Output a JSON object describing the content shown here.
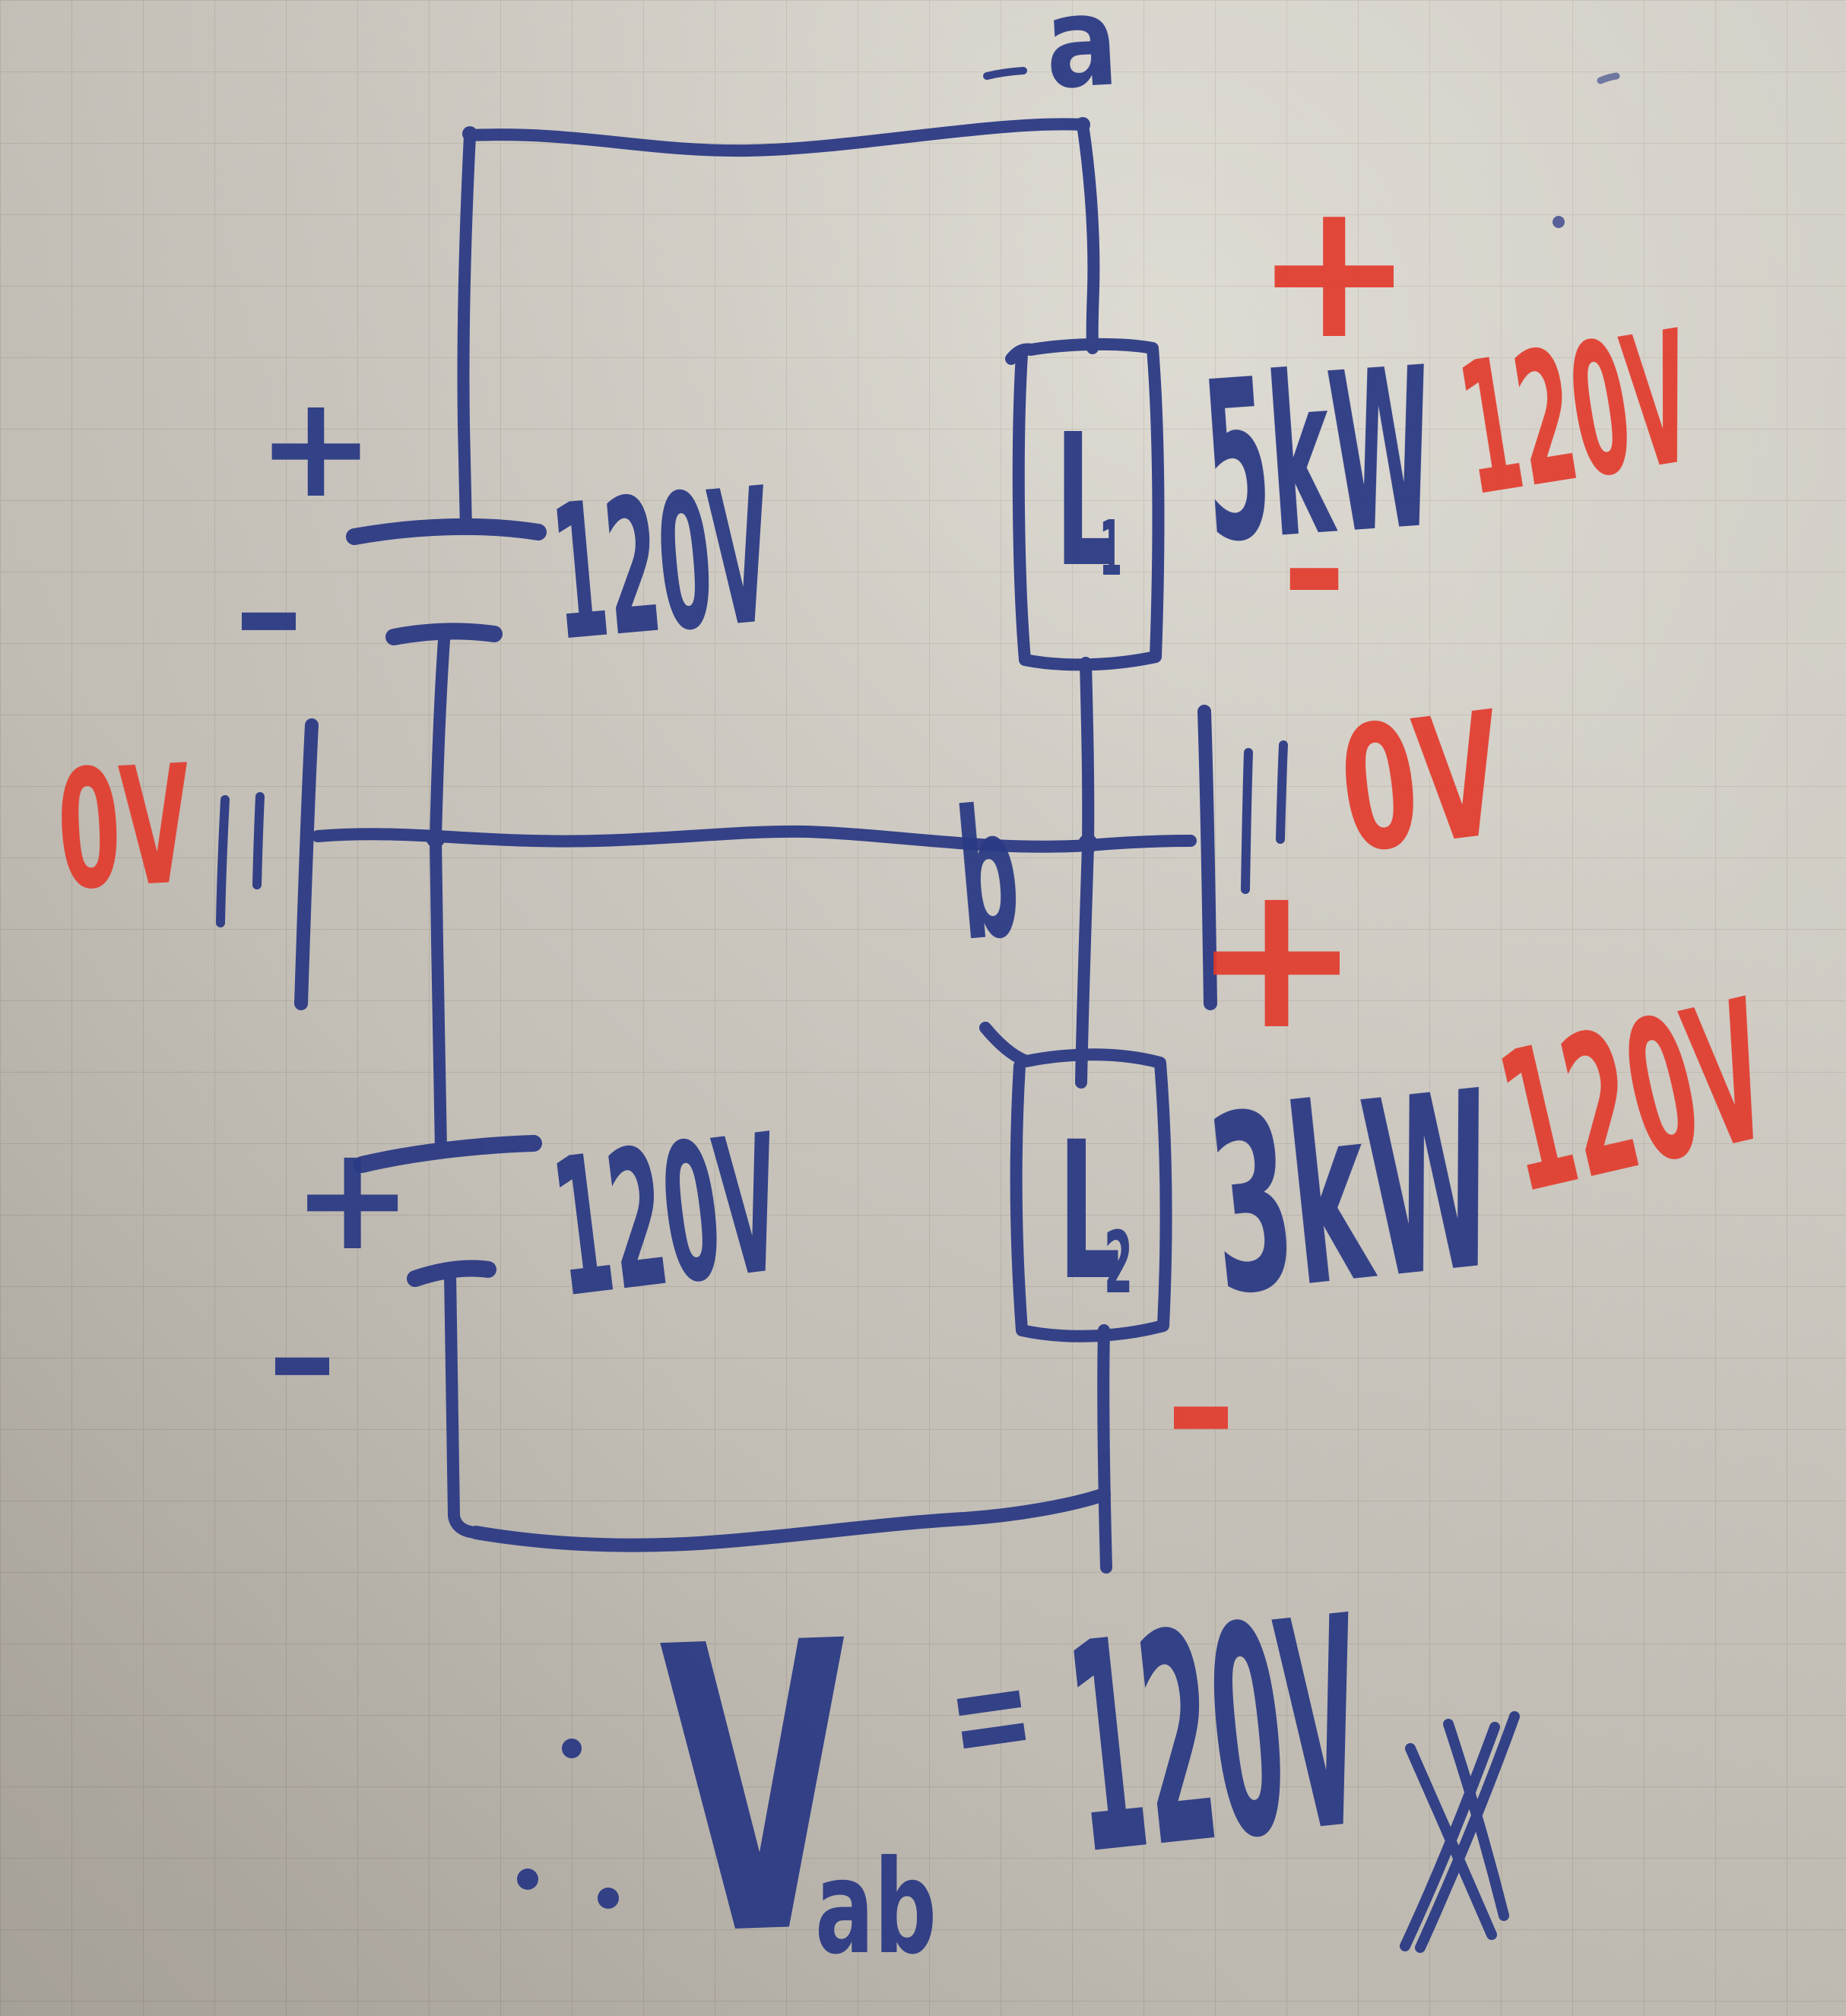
{
  "colors": {
    "ink_blue": "#2c3a84",
    "ink_red": "#e23a2c",
    "paper": "#d5d1c9"
  },
  "nodes": {
    "a": "a",
    "b": "b"
  },
  "batteries": {
    "top": {
      "voltage": "120V",
      "plus": "+",
      "minus": "−"
    },
    "bottom": {
      "voltage": "120V",
      "plus": "+",
      "minus": "−"
    }
  },
  "loads": {
    "l1": {
      "name": "L",
      "sub": "1",
      "power": "5kW",
      "voltage": "120V",
      "plus": "+",
      "minus": "−"
    },
    "l2": {
      "name": "L",
      "sub": "2",
      "power": "3kW",
      "voltage": "120V",
      "plus": "+",
      "minus": "−"
    }
  },
  "reference": {
    "left": "0V",
    "right": "0V"
  },
  "equation": {
    "therefore": "∴",
    "variable": "V",
    "subscript": "ab",
    "equals": "=",
    "result": "120V"
  }
}
